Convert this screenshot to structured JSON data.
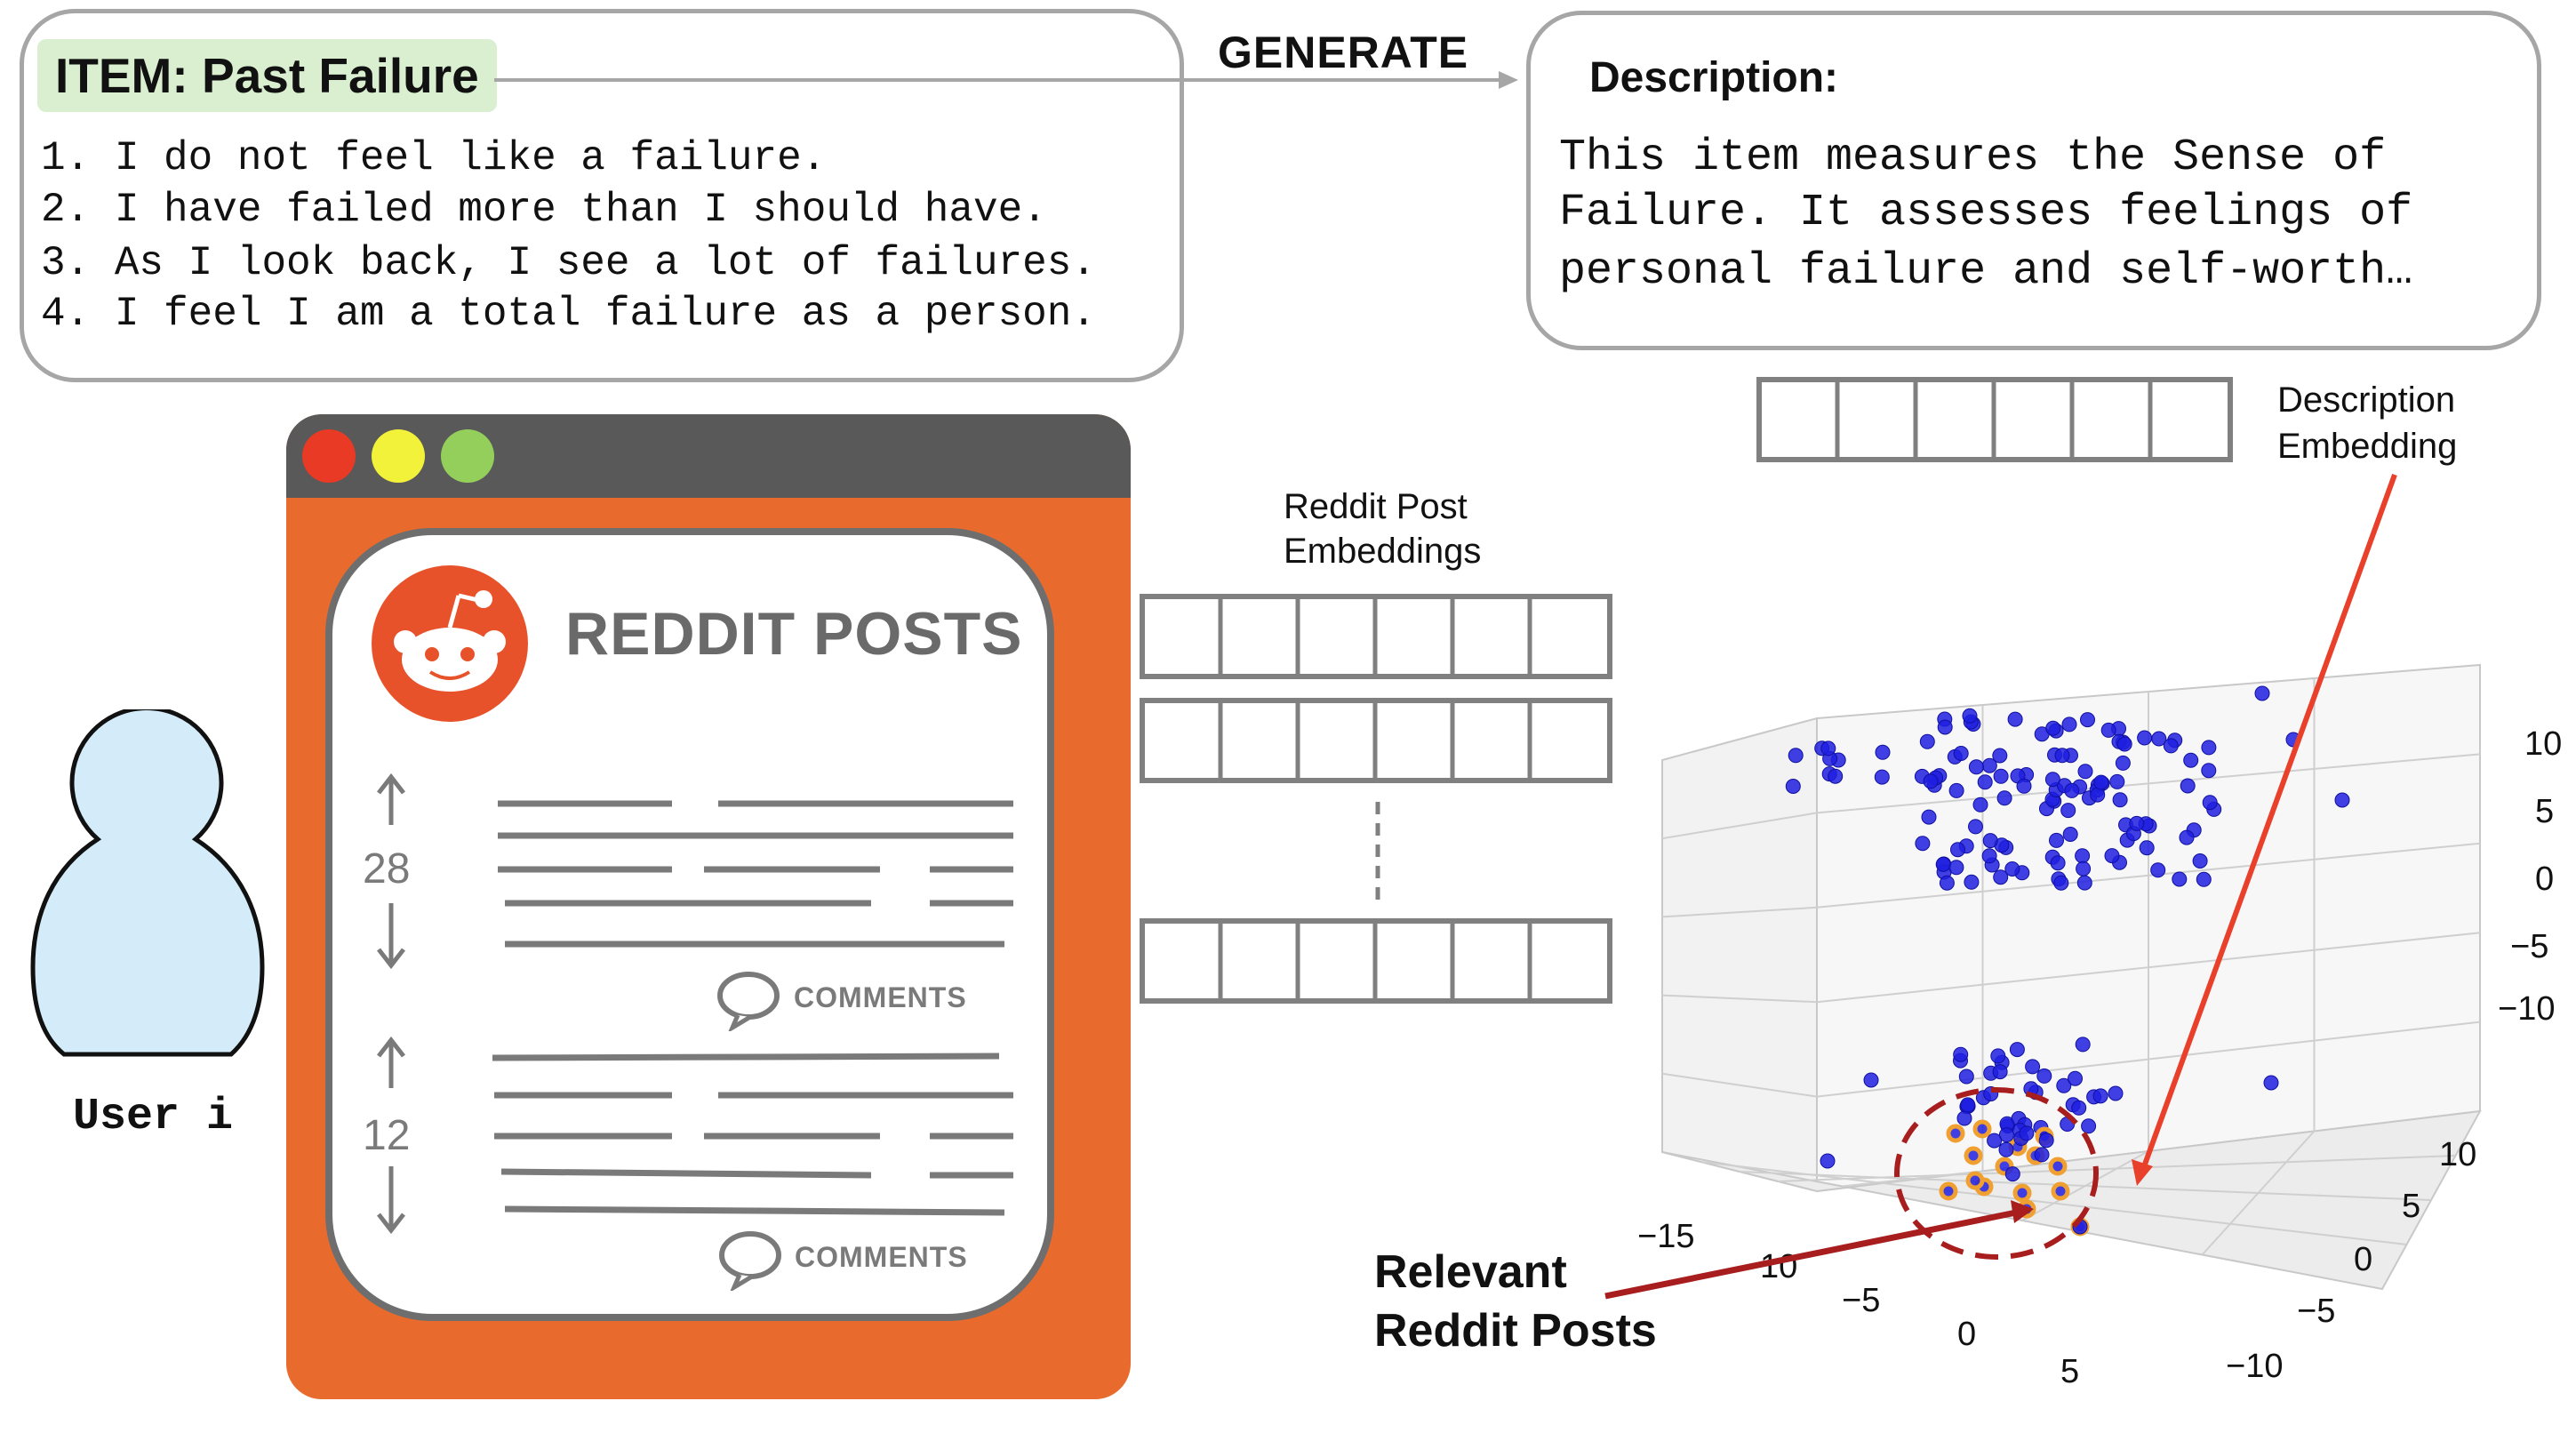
{
  "item": {
    "title": "ITEM: Past Failure",
    "lines": [
      "1. I do not feel like a failure.",
      "2. I have failed more than I should have.",
      "3. As I look back, I see a lot of failures.",
      "4. I feel I am a total failure as a person."
    ]
  },
  "arrow_label": "GENERATE",
  "description": {
    "title": "Description:",
    "lines": [
      "This item measures the Sense of",
      "Failure. It assesses feelings of",
      "personal failure and self-worth…"
    ]
  },
  "browser": {
    "dot_colors": [
      "#e83a25",
      "#f2f23a",
      "#94cf5c"
    ],
    "frame_color": "#e86b2d",
    "title": "REDDIT POSTS",
    "posts": [
      {
        "count": "28",
        "comments_label": "COMMENTS"
      },
      {
        "count": "12",
        "comments_label": "COMMENTS"
      }
    ]
  },
  "user": {
    "label": "User i"
  },
  "reddit_embeddings_label": [
    "Reddit Post",
    "Embeddings"
  ],
  "description_embedding_label": [
    "Description",
    "Embedding"
  ],
  "relevant_label": [
    "Relevant",
    "Reddit Posts"
  ],
  "scatter_axes": {
    "z_ticks": [
      "10",
      "5",
      "0",
      "−5",
      "−10"
    ],
    "y_ticks": [
      "10",
      "5",
      "0",
      "−5",
      "−10"
    ],
    "x_ticks": [
      "−15",
      "10",
      "−5",
      "0",
      "5"
    ]
  },
  "colors": {
    "point": "#1f1fe0",
    "highlight": "#f0a030",
    "pointer_red": "#e8402a",
    "dashed_circle": "#a81d1d"
  }
}
